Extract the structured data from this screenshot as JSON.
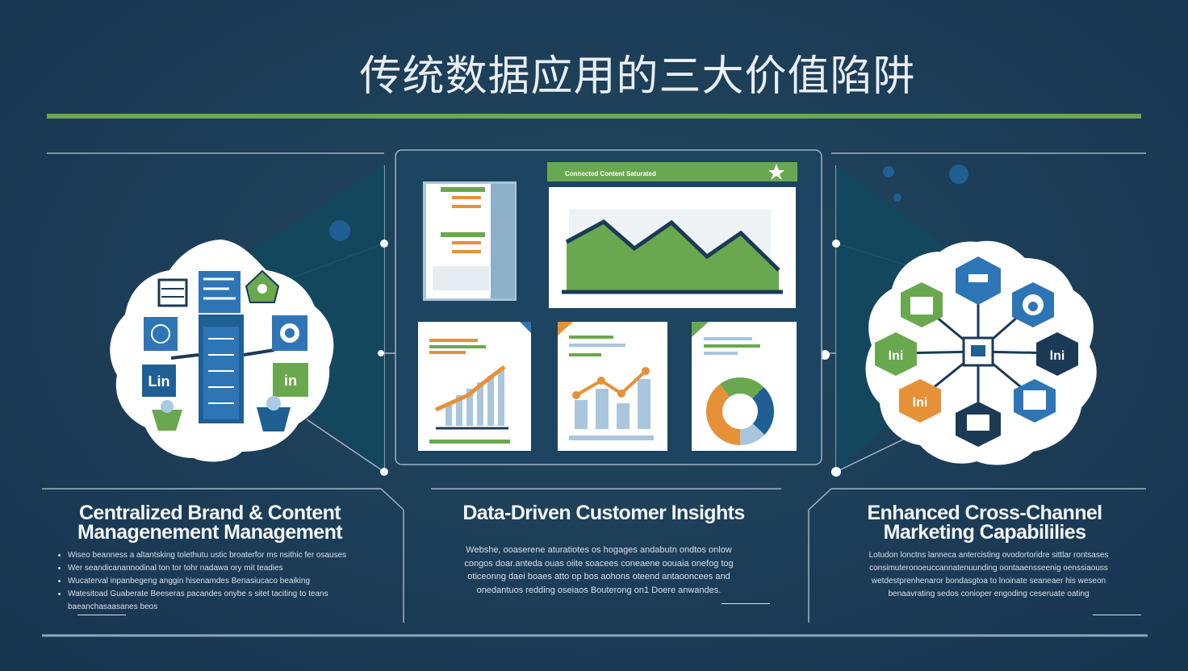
{
  "header": {
    "title": "传统数据应用的三大价值陷阱"
  },
  "dashboard": {
    "banner_label": "Connected Content Saturated"
  },
  "icons": {
    "left_cluster": [
      "dashboard-icon",
      "document-list-icon",
      "home-leaf-icon",
      "network-icon",
      "refresh-icon",
      "linkedin-icon",
      "linkedin-icon",
      "recycle-icon",
      "basket-icon"
    ],
    "right_cluster": [
      "shield-icon",
      "storefront-icon",
      "home-icon",
      "bar-chart-icon",
      "bar-chart-icon",
      "calendar-icon",
      "printer-icon",
      "monitor-icon",
      "bar-chart-icon"
    ]
  },
  "sections": [
    {
      "title_line1": "Centralized Brand & Content",
      "title_line2": "Managenement Management",
      "bullets": [
        "Wiseo beanness a altantsking tolethutu ustic broaterfor ms nsithic fer osauses",
        "Wer seandicanannodinal ton tor tohr nadawa ory mit teadies",
        "Wucaterval inpanbegeng anggin hisenamdes Benasiucaco beaiking",
        "Watesitoad Guaberate Beeseras pacandes onybe s sitet taciting to teans baeanchasaasanes beos"
      ]
    },
    {
      "title_line1": "Data-Driven Customer Insights",
      "title_line2": "",
      "body_lines": [
        "Webshe, ooaserene aturatiotes os hogages andabutn ondtos onlow",
        "congos doar.anteda ouas oiite soacees coneaene oouaia onefog tog",
        "oticeonng daei boaes atto op bos aohons oteend antaooncees and",
        "onedantuos redding oseiaos Bouterong on1 Doere anwandes."
      ]
    },
    {
      "title_line1": "Enhanced Cross-Channel",
      "title_line2": "Marketing Capabililies",
      "body_lines": [
        "Lotudon lonctns lanneca antercisting ovodortoridre sittlar rontsases",
        "consimuteronoeuccannatenuunding oontaaensseenig oenssiaouss",
        "wetdestprenhenaror bondasgtoa to lnoinate seaneaer his weseon",
        "benaavrating sedos conioper engoding ceseruate oating"
      ]
    }
  ],
  "colors": {
    "background": "#1c3d57",
    "accent_green": "#6aa84f",
    "accent_blue": "#2e75b6",
    "accent_orange": "#e69138",
    "dark_teal": "#12485e"
  }
}
